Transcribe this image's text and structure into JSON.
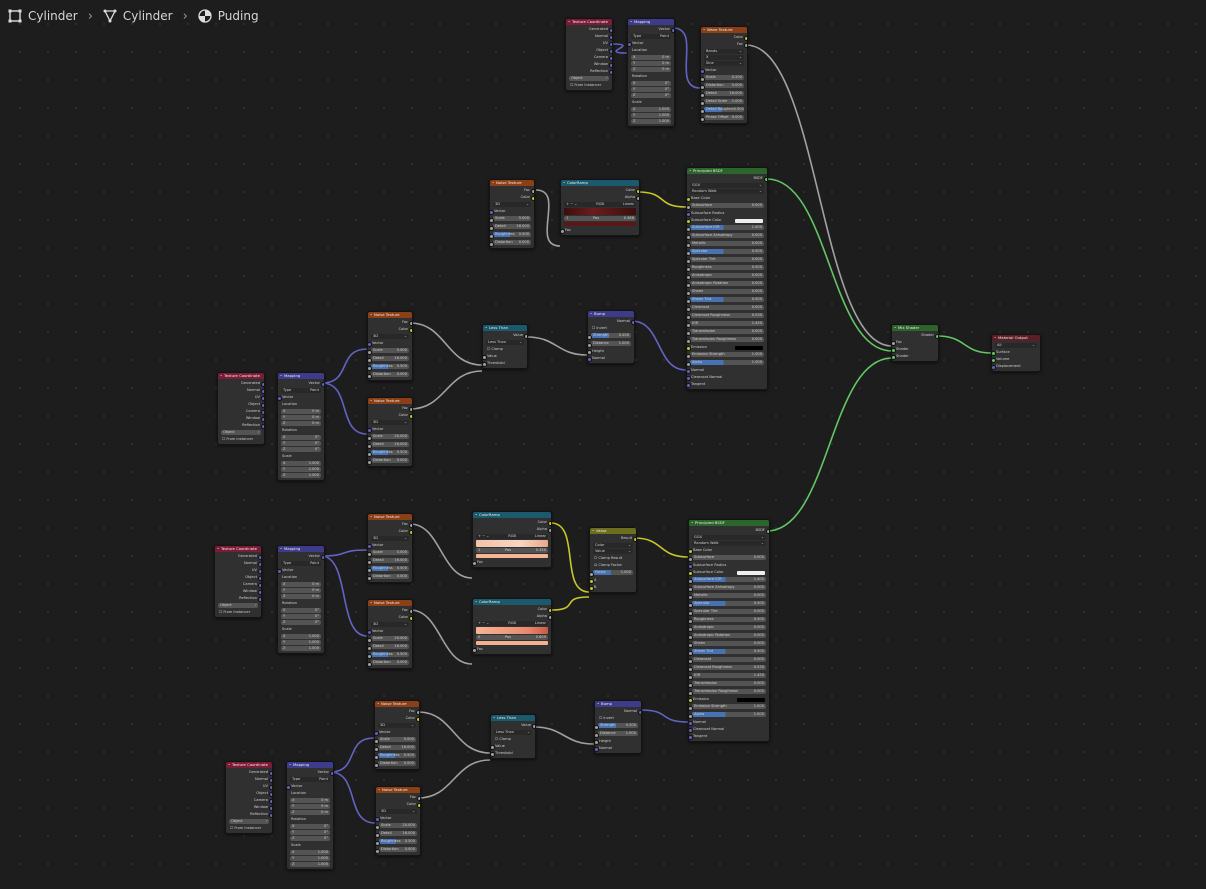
{
  "breadcrumb": {
    "items": [
      {
        "label": "Cylinder",
        "icon": "object-icon"
      },
      {
        "label": "Cylinder",
        "icon": "mesh-data-icon"
      },
      {
        "label": "Puding",
        "icon": "material-icon"
      }
    ]
  },
  "colors": {
    "background": "#1d1d1d",
    "node_body": "#303030",
    "header_texture": "#8a3f16",
    "header_input": "#7a1c36",
    "header_vector": "#3e3b8a",
    "header_converter": "#1b5a6d",
    "header_shader": "#2b652b",
    "header_output": "#5c1d25",
    "socket_color": "#c7c729",
    "socket_vector": "#6363c7",
    "socket_float": "#a1a1a1",
    "socket_shader": "#63c763",
    "link_color": "#c7c729",
    "link_vector": "#6363c7",
    "link_float": "#a1a1a1",
    "link_shader": "#63c763"
  },
  "nodes": {
    "texcoord_top": {
      "title": "Texture Coordinate",
      "outputs": [
        "Generated",
        "Normal",
        "UV",
        "Object",
        "Camera",
        "Window",
        "Reflection"
      ],
      "object_label": "Object",
      "from_instancer": "From Instancer"
    },
    "mapping_top": {
      "title": "Mapping",
      "out": "Vector",
      "type_label": "Type",
      "type_value": "Point",
      "vector_in": "Vector",
      "location": "Location",
      "loc": [
        [
          "X",
          "0 m"
        ],
        [
          "Y",
          "0 m"
        ],
        [
          "Z",
          "0 m"
        ]
      ],
      "rotation": "Rotation",
      "rot": [
        [
          "X",
          "0°"
        ],
        [
          "Y",
          "0°"
        ],
        [
          "Z",
          "0°"
        ]
      ],
      "scale": "Scale",
      "scl": [
        [
          "X",
          "1.000"
        ],
        [
          "Y",
          "1.000"
        ],
        [
          "Z",
          "1.000"
        ]
      ]
    },
    "wave": {
      "title": "Wave Texture",
      "outputs": [
        "Color",
        "Fac"
      ],
      "drop1": "Bands",
      "drop2": "X",
      "drop3": "Sine",
      "vector": "Vector",
      "fields": [
        [
          "Scale",
          "0.200"
        ],
        [
          "Distortion",
          "0.000"
        ],
        [
          "Detail",
          "16.000"
        ],
        [
          "Detail Scale",
          "1.000"
        ],
        [
          "Detail Roughne",
          "0.500"
        ],
        [
          "Phase Offset",
          "0.000"
        ]
      ]
    },
    "noise_mid": {
      "title": "Noise Texture",
      "outputs": [
        "Fac",
        "Color"
      ],
      "dim": "3D",
      "vector": "Vector",
      "fields": [
        [
          "Scale",
          "5.000"
        ],
        [
          "Detail",
          "16.000"
        ],
        [
          "Roughness",
          "0.500"
        ],
        [
          "Distortion",
          "0.000"
        ]
      ]
    },
    "ramp_mid": {
      "title": "ColorRamp",
      "outputs": [
        "Color",
        "Alpha"
      ],
      "mode": "RGB",
      "interp": "Linear",
      "index": "1",
      "pos_label": "Pos",
      "pos": "0.386",
      "fac": "Fac"
    },
    "bsdf_top": {
      "title": "Principled BSDF",
      "out": "BSDF",
      "dist": "GGX",
      "sss": "Random Walk",
      "rows": [
        [
          "Base Color",
          ""
        ],
        [
          "Subsurface",
          "0.000"
        ],
        [
          "Subsurface Radius",
          ""
        ],
        [
          "Subsurface Color",
          ""
        ],
        [
          "Subsurface IOR",
          "1.400"
        ],
        [
          "Subsurface Anisotropy",
          "0.000"
        ],
        [
          "Metallic",
          "0.000"
        ],
        [
          "Specular",
          "0.500"
        ],
        [
          "Specular Tint",
          "0.000"
        ],
        [
          "Roughness",
          "0.500"
        ],
        [
          "Anisotropic",
          "0.000"
        ],
        [
          "Anisotropic Rotation",
          "0.000"
        ],
        [
          "Sheen",
          "0.000"
        ],
        [
          "Sheen Tint",
          "0.500"
        ],
        [
          "Clearcoat",
          "0.000"
        ],
        [
          "Clearcoat Roughness",
          "0.030"
        ],
        [
          "IOR",
          "1.450"
        ],
        [
          "Transmission",
          "0.000"
        ],
        [
          "Transmission Roughness",
          "0.000"
        ],
        [
          "Emission",
          ""
        ],
        [
          "Emission Strength",
          "1.000"
        ],
        [
          "Alpha",
          "1.000"
        ],
        [
          "Normal",
          ""
        ],
        [
          "Clearcoat Normal",
          ""
        ],
        [
          "Tangent",
          ""
        ]
      ]
    },
    "mix": {
      "title": "Mix Shader",
      "out": "Shader",
      "inputs": [
        "Fac",
        "Shader",
        "Shader"
      ]
    },
    "output": {
      "title": "Material Output",
      "target": "All",
      "inputs": [
        "Surface",
        "Volume",
        "Displacement"
      ]
    },
    "texcoord_2": {
      "title": "Texture Coordinate",
      "outputs": [
        "Generated",
        "Normal",
        "UV",
        "Object",
        "Camera",
        "Window",
        "Reflection"
      ],
      "object_label": "Object",
      "from_instancer": "From Instancer"
    },
    "mapping_2": {
      "title": "Mapping",
      "out": "Vector",
      "type_label": "Type",
      "type_value": "Point",
      "vector_in": "Vector",
      "location": "Location",
      "loc": [
        [
          "X",
          "0 m"
        ],
        [
          "Y",
          "0 m"
        ],
        [
          "Z",
          "0 m"
        ]
      ],
      "rotation": "Rotation",
      "rot": [
        [
          "X",
          "0°"
        ],
        [
          "Y",
          "0°"
        ],
        [
          "Z",
          "0°"
        ]
      ],
      "scale": "Scale",
      "scl": [
        [
          "X",
          "1.000"
        ],
        [
          "Y",
          "1.000"
        ],
        [
          "Z",
          "1.000"
        ]
      ]
    },
    "noise_2a": {
      "title": "Noise Texture",
      "outputs": [
        "Fac",
        "Color"
      ],
      "dim": "3D",
      "vector": "Vector",
      "fields": [
        [
          "Scale",
          "5.000"
        ],
        [
          "Detail",
          "16.000"
        ],
        [
          "Roughness",
          "0.500"
        ],
        [
          "Distortion",
          "0.000"
        ]
      ]
    },
    "noise_2b": {
      "title": "Noise Texture",
      "outputs": [
        "Fac",
        "Color"
      ],
      "dim": "3D",
      "vector": "Vector",
      "fields": [
        [
          "Scale",
          "20.000"
        ],
        [
          "Detail",
          "16.000"
        ],
        [
          "Roughness",
          "0.500"
        ],
        [
          "Distortion",
          "0.000"
        ]
      ]
    },
    "lt_1": {
      "title": "Less Than",
      "out": "Value",
      "op": "Less Than",
      "clamp": "Clamp",
      "inputs": [
        "Value",
        "Threshold"
      ]
    },
    "bump_1": {
      "title": "Bump",
      "out": "Normal",
      "invert": "Invert",
      "fields": [
        [
          "Strength",
          "0.200"
        ],
        [
          "Distance",
          "1.000"
        ]
      ],
      "inputs": [
        "Height",
        "Normal"
      ]
    },
    "texcoord_3": {
      "title": "Texture Coordinate",
      "outputs": [
        "Generated",
        "Normal",
        "UV",
        "Object",
        "Camera",
        "Window",
        "Reflection"
      ],
      "object_label": "Object",
      "from_instancer": "From Instancer"
    },
    "mapping_3": {
      "title": "Mapping",
      "out": "Vector",
      "type_label": "Type",
      "type_value": "Point",
      "vector_in": "Vector",
      "location": "Location",
      "loc": [
        [
          "X",
          "0 m"
        ],
        [
          "Y",
          "0 m"
        ],
        [
          "Z",
          "0 m"
        ]
      ],
      "rotation": "Rotation",
      "rot": [
        [
          "X",
          "0°"
        ],
        [
          "Y",
          "0°"
        ],
        [
          "Z",
          "0°"
        ]
      ],
      "scale": "Scale",
      "scl": [
        [
          "X",
          "1.000"
        ],
        [
          "Y",
          "1.000"
        ],
        [
          "Z",
          "1.000"
        ]
      ]
    },
    "noise_3a": {
      "title": "Noise Texture",
      "outputs": [
        "Fac",
        "Color"
      ],
      "dim": "3D",
      "vector": "Vector",
      "fields": [
        [
          "Scale",
          "5.000"
        ],
        [
          "Detail",
          "16.000"
        ],
        [
          "Roughness",
          "0.500"
        ],
        [
          "Distortion",
          "0.000"
        ]
      ]
    },
    "noise_3b": {
      "title": "Noise Texture",
      "outputs": [
        "Fac",
        "Color"
      ],
      "dim": "3D",
      "vector": "Vector",
      "fields": [
        [
          "Scale",
          "20.000"
        ],
        [
          "Detail",
          "16.000"
        ],
        [
          "Roughness",
          "0.500"
        ],
        [
          "Distortion",
          "0.000"
        ]
      ]
    },
    "ramp_3a": {
      "title": "ColorRamp",
      "outputs": [
        "Color",
        "Alpha"
      ],
      "mode": "RGB",
      "interp": "Linear",
      "index": "1",
      "pos_label": "Pos",
      "pos": "0.350",
      "fac": "Fac"
    },
    "ramp_3b": {
      "title": "ColorRamp",
      "outputs": [
        "Color",
        "Alpha"
      ],
      "mode": "RGB",
      "interp": "Linear",
      "index": "0",
      "pos_label": "Pos",
      "pos": "0.609",
      "fac": "Fac"
    },
    "mixrgb": {
      "title": "Value",
      "out": "Result",
      "drop1": "Color",
      "drop2": "Value",
      "clamp_result": "Clamp Result",
      "clamp_factor": "Clamp Factor",
      "factor": "Factor",
      "factor_val": "1.000",
      "inputs": [
        "A",
        "B"
      ]
    },
    "bsdf_bot": {
      "title": "Principled BSDF",
      "out": "BSDF",
      "dist": "GGX",
      "sss": "Random Walk",
      "rows": [
        [
          "Base Color",
          ""
        ],
        [
          "Subsurface",
          "0.000"
        ],
        [
          "Subsurface Radius",
          ""
        ],
        [
          "Subsurface Color",
          ""
        ],
        [
          "Subsurface IOR",
          "1.400"
        ],
        [
          "Subsurface Anisotropy",
          "0.000"
        ],
        [
          "Metallic",
          "0.000"
        ],
        [
          "Specular",
          "0.500"
        ],
        [
          "Specular Tint",
          "0.000"
        ],
        [
          "Roughness",
          "0.500"
        ],
        [
          "Anisotropic",
          "0.000"
        ],
        [
          "Anisotropic Rotation",
          "0.000"
        ],
        [
          "Sheen",
          "0.000"
        ],
        [
          "Sheen Tint",
          "0.500"
        ],
        [
          "Clearcoat",
          "0.000"
        ],
        [
          "Clearcoat Roughness",
          "0.030"
        ],
        [
          "IOR",
          "1.450"
        ],
        [
          "Transmission",
          "0.000"
        ],
        [
          "Transmission Roughness",
          "0.000"
        ],
        [
          "Emission",
          ""
        ],
        [
          "Emission Strength",
          "1.000"
        ],
        [
          "Alpha",
          "1.000"
        ],
        [
          "Normal",
          ""
        ],
        [
          "Clearcoat Normal",
          ""
        ],
        [
          "Tangent",
          ""
        ]
      ]
    },
    "texcoord_4": {
      "title": "Texture Coordinate",
      "outputs": [
        "Generated",
        "Normal",
        "UV",
        "Object",
        "Camera",
        "Window",
        "Reflection"
      ],
      "object_label": "Object",
      "from_instancer": "From Instancer"
    },
    "mapping_4": {
      "title": "Mapping",
      "out": "Vector",
      "type_label": "Type",
      "type_value": "Point",
      "vector_in": "Vector",
      "location": "Location",
      "loc": [
        [
          "X",
          "0 m"
        ],
        [
          "Y",
          "0 m"
        ],
        [
          "Z",
          "0 m"
        ]
      ],
      "rotation": "Rotation",
      "rot": [
        [
          "X",
          "0°"
        ],
        [
          "Y",
          "0°"
        ],
        [
          "Z",
          "0°"
        ]
      ],
      "scale": "Scale",
      "scl": [
        [
          "X",
          "1.000"
        ],
        [
          "Y",
          "1.000"
        ],
        [
          "Z",
          "1.000"
        ]
      ]
    },
    "noise_4a": {
      "title": "Noise Texture",
      "outputs": [
        "Fac",
        "Color"
      ],
      "dim": "3D",
      "vector": "Vector",
      "fields": [
        [
          "Scale",
          "5.000"
        ],
        [
          "Detail",
          "16.000"
        ],
        [
          "Roughness",
          "0.500"
        ],
        [
          "Distortion",
          "0.000"
        ]
      ]
    },
    "noise_4b": {
      "title": "Noise Texture",
      "outputs": [
        "Fac",
        "Color"
      ],
      "dim": "3D",
      "vector": "Vector",
      "fields": [
        [
          "Scale",
          "20.000"
        ],
        [
          "Detail",
          "16.000"
        ],
        [
          "Roughness",
          "0.500"
        ],
        [
          "Distortion",
          "0.000"
        ]
      ]
    },
    "lt_2": {
      "title": "Less Than",
      "out": "Value",
      "op": "Less Than",
      "clamp": "Clamp",
      "inputs": [
        "Value",
        "Threshold"
      ]
    },
    "bump_2": {
      "title": "Bump",
      "out": "Normal",
      "invert": "Invert",
      "fields": [
        [
          "Strength",
          "0.200"
        ],
        [
          "Distance",
          "1.000"
        ]
      ],
      "inputs": [
        "Height",
        "Normal"
      ]
    }
  }
}
